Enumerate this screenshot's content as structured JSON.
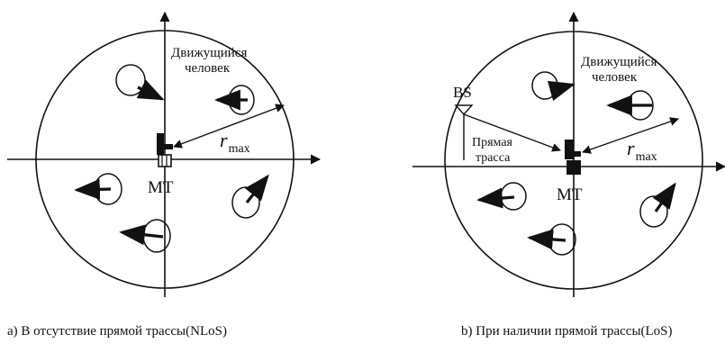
{
  "left_diagram": {
    "person_label_line1": "Движущийся",
    "person_label_line2": "человек",
    "radius_label": "r",
    "radius_subscript": "max",
    "terminal_label": "MT",
    "caption": "a) В отсутствие прямой трассы(NLoS)"
  },
  "right_diagram": {
    "person_label_line1": "Движущийся",
    "person_label_line2": "человек",
    "base_station_label": "BS",
    "direct_path_line1": "Прямая",
    "direct_path_line2": "трасса",
    "radius_label": "r",
    "radius_subscript": "max",
    "terminal_label": "MT",
    "caption": "b) При наличии прямой трассы(LoS)"
  }
}
